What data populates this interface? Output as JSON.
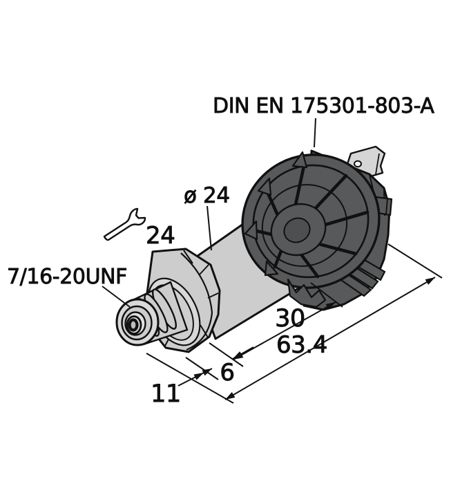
{
  "drawing": {
    "type": "technical-dimension-drawing",
    "subject": "pressure transmitter with DIN plug connector",
    "labels": {
      "connector_type": "DIN EN 175301-803-A",
      "body_diameter": "ø 24",
      "wrench_size": "24",
      "thread_type": "7/16-20UNF"
    },
    "dimensions": {
      "upper_section_length": "30",
      "total_length": "63.4",
      "hex_section_length": "6",
      "thread_section_length": "11"
    },
    "icons": {
      "wrench": "open-end-wrench"
    },
    "colors": {
      "background": "#ffffff",
      "outline": "#111111",
      "metal_body": "#cdcdcd",
      "metal_light": "#dcdcdc",
      "connector_dark": "#58595b",
      "terminal_gray": "#d6d6d6",
      "text": "#0f0f0f"
    }
  }
}
